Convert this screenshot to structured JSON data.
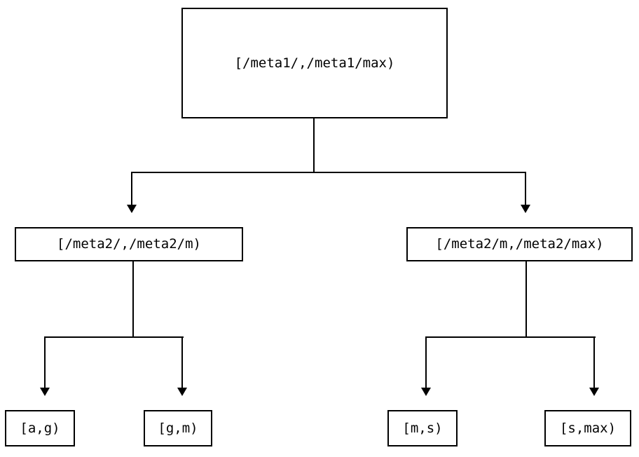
{
  "diagram": {
    "type": "tree",
    "title": "",
    "nodes": {
      "root": {
        "label": "[/meta1/,/meta1/max)",
        "level": 0
      },
      "mid_left": {
        "label": "[/meta2/,/meta2/m)",
        "level": 1
      },
      "mid_right": {
        "label": "[/meta2/m,/meta2/max)",
        "level": 1
      },
      "leaf_1": {
        "label": "[a,g)",
        "level": 2
      },
      "leaf_2": {
        "label": "[g,m)",
        "level": 2
      },
      "leaf_3": {
        "label": "[m,s)",
        "level": 2
      },
      "leaf_4": {
        "label": "[s,max)",
        "level": 2
      }
    },
    "edges": [
      {
        "from": "root",
        "to": "mid_left",
        "arrow": "down"
      },
      {
        "from": "root",
        "to": "mid_right",
        "arrow": "down"
      },
      {
        "from": "mid_left",
        "to": "leaf_1",
        "arrow": "down"
      },
      {
        "from": "mid_left",
        "to": "leaf_2",
        "arrow": "down"
      },
      {
        "from": "mid_right",
        "to": "leaf_3",
        "arrow": "down"
      },
      {
        "from": "mid_right",
        "to": "leaf_4",
        "arrow": "down"
      }
    ],
    "colors": {
      "stroke": "#000000",
      "fill": "#ffffff",
      "text": "#000000"
    }
  }
}
